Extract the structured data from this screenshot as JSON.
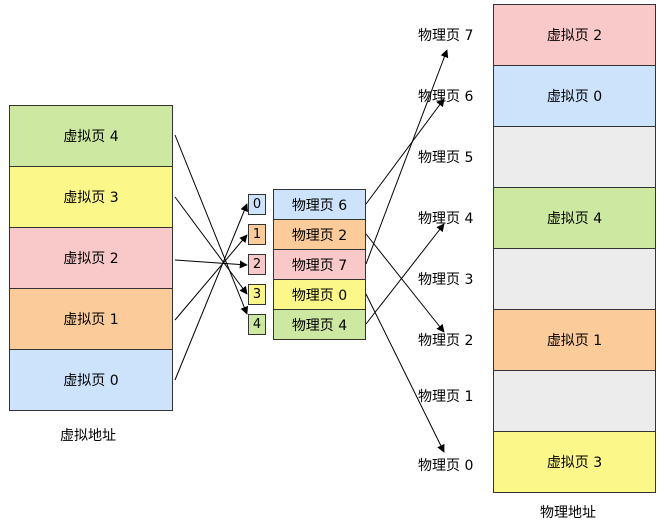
{
  "virtual_memory": {
    "label": "虚拟地址",
    "pages": [
      "虚拟页 4",
      "虚拟页 3",
      "虚拟页 2",
      "虚拟页 1",
      "虚拟页 0"
    ]
  },
  "page_table": {
    "indices": [
      "0",
      "1",
      "2",
      "3",
      "4"
    ],
    "entries": [
      "物理页 6",
      "物理页 2",
      "物理页 7",
      "物理页 0",
      "物理页 4"
    ]
  },
  "physical_memory": {
    "label": "物理地址",
    "slot_labels": [
      "物理页 7",
      "物理页 6",
      "物理页 5",
      "物理页 4",
      "物理页 3",
      "物理页 2",
      "物理页 1",
      "物理页 0"
    ],
    "slot_contents": [
      "虚拟页 2",
      "虚拟页 0",
      "",
      "虚拟页 4",
      "",
      "虚拟页 1",
      "",
      "虚拟页 3"
    ]
  },
  "colors": {
    "green": "#cde8a0",
    "yellow": "#fbf789",
    "pink": "#f9c9c9",
    "orange": "#fbcb99",
    "blue": "#cce3fb",
    "gray": "#ececec"
  }
}
